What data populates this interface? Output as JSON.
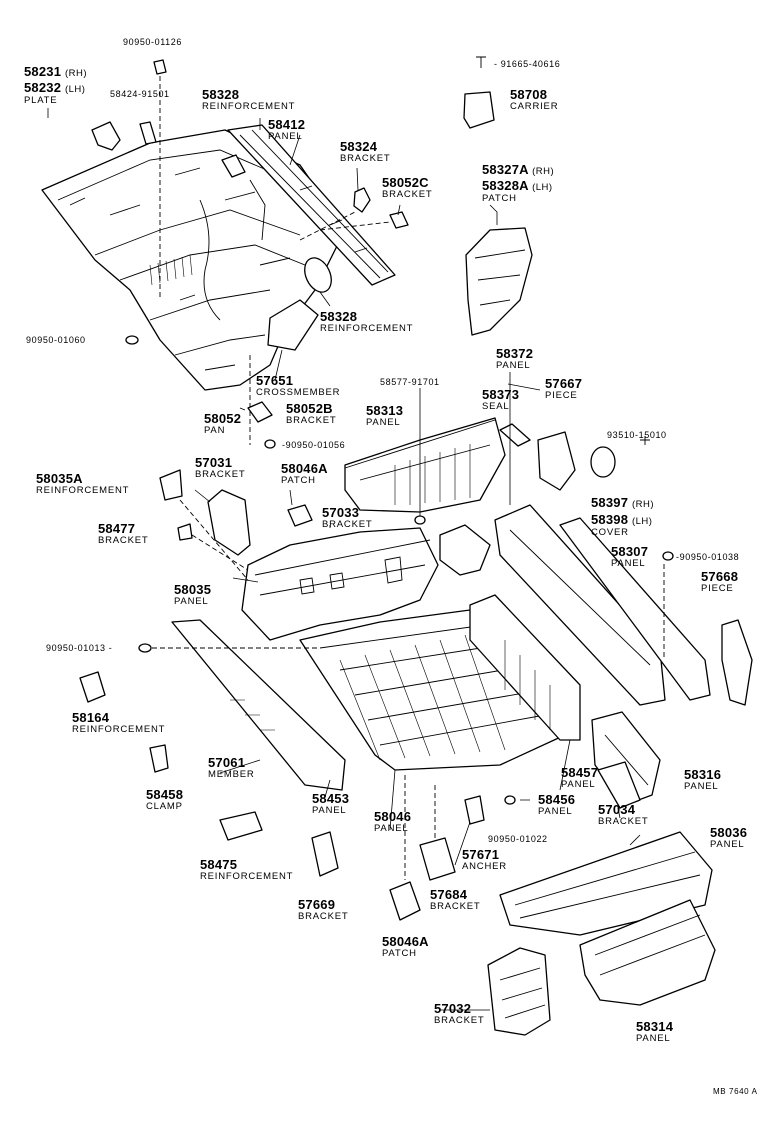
{
  "labels": {
    "p90950_01126": {
      "pn": "90950-01126"
    },
    "p58231": {
      "pn": "58231",
      "sfx": "(RH)"
    },
    "p58232": {
      "pn": "58232",
      "sfx": "(LH)",
      "name": "PLATE"
    },
    "p58424": {
      "pn": "58424-91501"
    },
    "p58328_top": {
      "pn": "58328",
      "name": "REINFORCEMENT"
    },
    "p58412": {
      "pn": "58412",
      "name": "PANEL"
    },
    "p91665": {
      "pn": "91665-40616"
    },
    "p58708": {
      "pn": "58708",
      "name": "CARRIER"
    },
    "p58324": {
      "pn": "58324",
      "name": "BRACKET"
    },
    "p58052C": {
      "pn": "58052C",
      "name": "BRACKET"
    },
    "p58327A": {
      "pn": "58327A",
      "sfx": "(RH)"
    },
    "p58328A": {
      "pn": "58328A",
      "sfx": "(LH)",
      "name": "PATCH"
    },
    "p58328_mid": {
      "pn": "58328",
      "name": "REINFORCEMENT"
    },
    "p90950_01060": {
      "pn": "90950-01060"
    },
    "p57651": {
      "pn": "57651",
      "name": "CROSSMEMBER"
    },
    "p58052": {
      "pn": "58052",
      "name": "PAN"
    },
    "p58052B": {
      "pn": "58052B",
      "name": "BRACKET"
    },
    "p58372": {
      "pn": "58372",
      "name": "PANEL"
    },
    "p58577": {
      "pn": "58577-91701"
    },
    "p58373": {
      "pn": "58373",
      "name": "SEAL"
    },
    "p57667": {
      "pn": "57667",
      "name": "PIECE"
    },
    "p93510": {
      "pn": "93510-15010"
    },
    "p58313": {
      "pn": "58313",
      "name": "PANEL"
    },
    "p90950_01056": {
      "pn": "90950-01056"
    },
    "p58035A": {
      "pn": "58035A",
      "name": "REINFORCEMENT"
    },
    "p57031": {
      "pn": "57031",
      "name": "BRACKET"
    },
    "p58046A_top": {
      "pn": "58046A",
      "name": "PATCH"
    },
    "p57033": {
      "pn": "57033",
      "name": "BRACKET"
    },
    "p58397": {
      "pn": "58397",
      "sfx": "(RH)"
    },
    "p58398": {
      "pn": "58398",
      "sfx": "(LH)",
      "name": "COVER"
    },
    "p58477": {
      "pn": "58477",
      "name": "BRACKET"
    },
    "p58307": {
      "pn": "58307",
      "name": "PANEL"
    },
    "p90950_01038": {
      "pn": "90950-01038"
    },
    "p57668": {
      "pn": "57668",
      "name": "PIECE"
    },
    "p58035": {
      "pn": "58035",
      "name": "PANEL"
    },
    "p90950_01013": {
      "pn": "90950-01013"
    },
    "p58164": {
      "pn": "58164",
      "name": "REINFORCEMENT"
    },
    "p57061": {
      "pn": "57061",
      "name": "MEMBER"
    },
    "p58453": {
      "pn": "58453",
      "name": "PANEL"
    },
    "p58458": {
      "pn": "58458",
      "name": "CLAMP"
    },
    "p58457": {
      "pn": "58457",
      "name": "PANEL"
    },
    "p58316": {
      "pn": "58316",
      "name": "PANEL"
    },
    "p58456": {
      "pn": "58456",
      "name": "PANEL"
    },
    "p57034": {
      "pn": "57034",
      "name": "BRACKET"
    },
    "p58046": {
      "pn": "58046",
      "name": "PANEL"
    },
    "p90950_01022": {
      "pn": "90950-01022"
    },
    "p58036": {
      "pn": "58036",
      "name": "PANEL"
    },
    "p58475": {
      "pn": "58475",
      "name": "REINFORCEMENT"
    },
    "p57671": {
      "pn": "57671",
      "name": "ANCHER"
    },
    "p57669": {
      "pn": "57669",
      "name": "BRACKET"
    },
    "p57684": {
      "pn": "57684",
      "name": "BRACKET"
    },
    "p58046A_bot": {
      "pn": "58046A",
      "name": "PATCH"
    },
    "p57032": {
      "pn": "57032",
      "name": "BRACKET"
    },
    "p58314": {
      "pn": "58314",
      "name": "PANEL"
    }
  },
  "footer_code": "MB 7640 A"
}
